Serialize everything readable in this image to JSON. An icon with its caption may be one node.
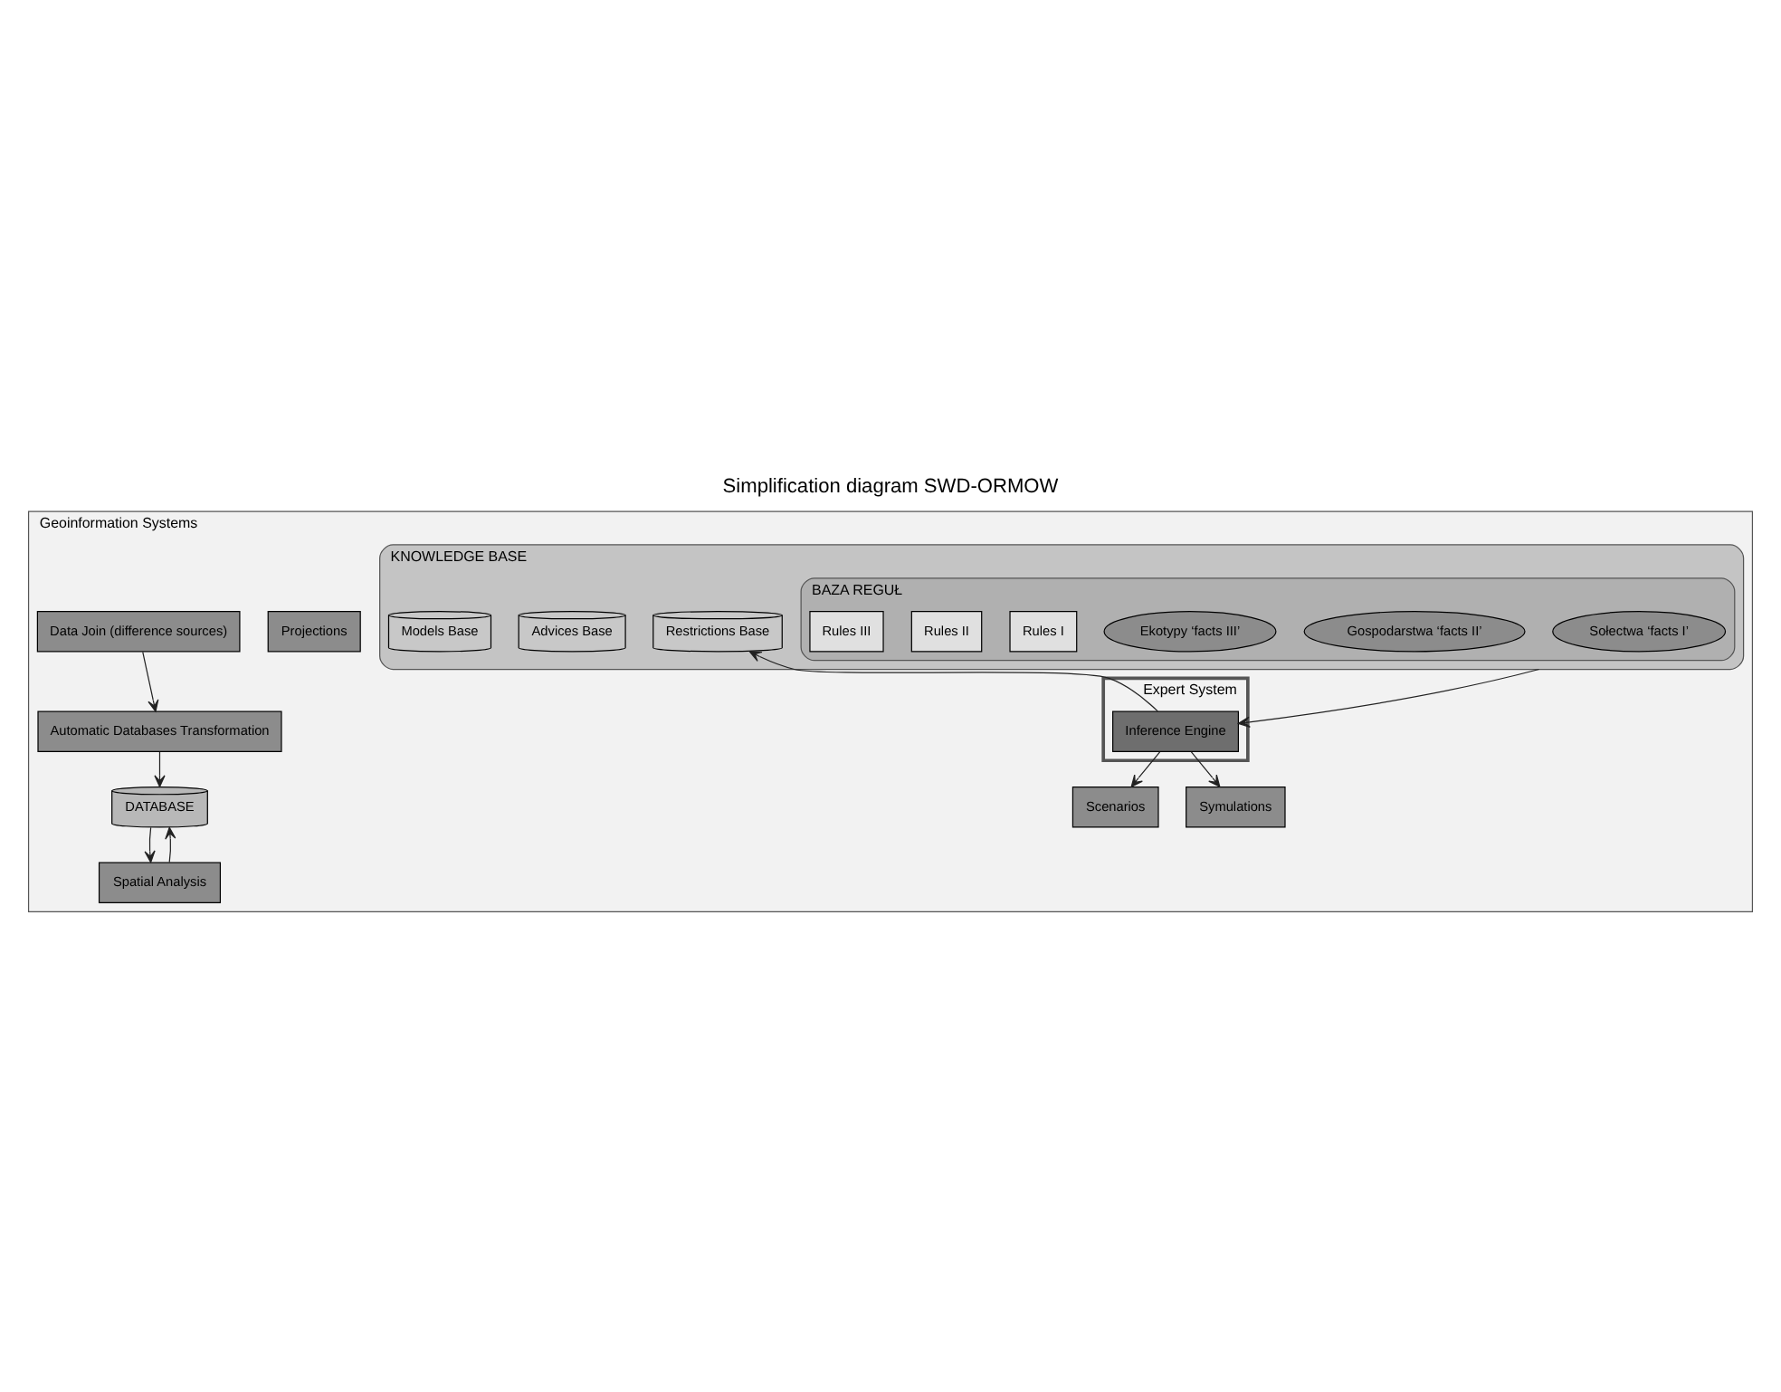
{
  "diagram": {
    "title": "Simplification diagram SWD-ORMOW",
    "nodes": [
      {
        "text": [
          "Geoinformation Systems"
        ]
      },
      {
        "text": [
          "DATABASE"
        ],
        "in": 0
      },
      {
        "text": [
          "KNOWLEDGE BASE"
        ],
        "in": 0
      },
      {
        "text": [
          "Expert System"
        ],
        "in": 0
      },
      {
        "text": [
          "BAZA REGUŁ"
        ],
        "in": 2
      },
      {
        "text": [
          "Sołectwa ‘facts I’"
        ],
        "in": 4
      },
      {
        "text": [
          "Gospodarstwa ‘facts II’"
        ],
        "in": 4
      },
      {
        "text": [
          "Ekotypy ‘facts III’"
        ],
        "in": 4
      },
      {
        "text": [
          "Rules I"
        ],
        "in": 4
      },
      {
        "text": [
          "Rules II"
        ],
        "in": 4
      },
      {
        "text": [
          "Rules III"
        ],
        "in": 4
      },
      {
        "text": [
          "Restrictions Base"
        ],
        "in": 2
      },
      {
        "text": [
          "Advices Base"
        ],
        "in": 2
      },
      {
        "text": [
          "Models Base"
        ],
        "in": 2
      },
      {
        "text": [
          "Projections"
        ],
        "in": 0
      },
      {
        "text": [
          "Scenarios"
        ],
        "in": 0
      },
      {
        "text": [
          "Inference Engine"
        ],
        "in": 3
      },
      {
        "text": [
          "Symulations"
        ],
        "in": 0
      },
      {
        "text": [
          "Data Join (difference sources)"
        ],
        "in": 0
      },
      {
        "text": [
          "Spatial Analysis"
        ],
        "in": 0
      },
      {
        "text": [
          "Automatic Databases Transformation"
        ],
        "in": 0
      }
    ],
    "edges": [
      {
        "from": 16,
        "to": 11,
        "arrow": "to"
      },
      {
        "from": 2,
        "to": 16,
        "arrow": "to"
      },
      {
        "from": 16,
        "to": 15,
        "arrow": "to"
      },
      {
        "from": 16,
        "to": 17,
        "arrow": "to"
      },
      {
        "from": 1,
        "to": 19,
        "arrow": "to"
      },
      {
        "from": 19,
        "to": 1,
        "arrow": "to"
      },
      {
        "from": 20,
        "to": 1,
        "arrow": "to"
      },
      {
        "from": 18,
        "to": 20,
        "arrow": "to"
      }
    ]
  }
}
